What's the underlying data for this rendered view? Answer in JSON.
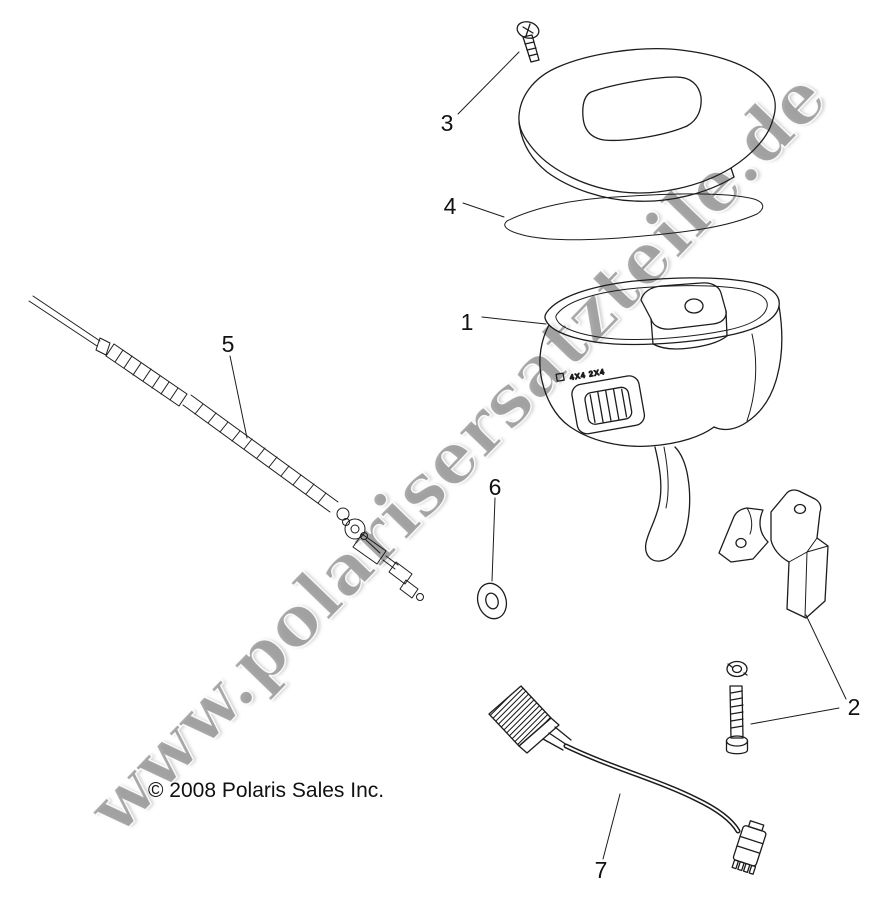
{
  "diagram": {
    "watermark": "www.polarisersatzteile.de",
    "copyright": "© 2008 Polaris Sales Inc.",
    "switch_text": "4X4 2X4",
    "callouts": [
      {
        "label": "1"
      },
      {
        "label": "2"
      },
      {
        "label": "3"
      },
      {
        "label": "4"
      },
      {
        "label": "5"
      },
      {
        "label": "6"
      },
      {
        "label": "7"
      }
    ]
  }
}
